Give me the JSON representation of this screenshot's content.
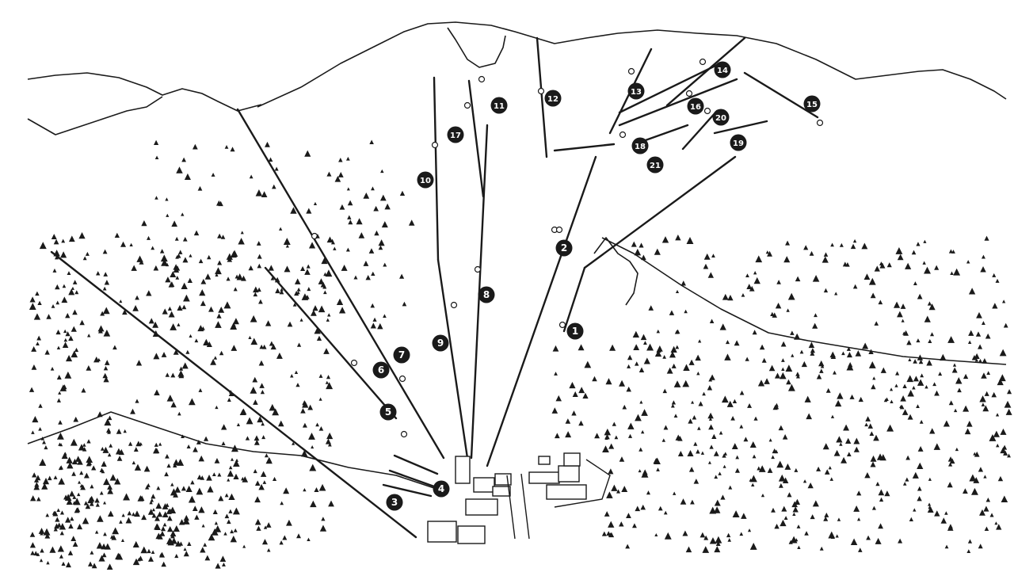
{
  "palette": {
    "paper": "#ffffff",
    "ink": "#1a1a1a"
  },
  "markers": [
    {
      "id": "m1",
      "label": "1"
    },
    {
      "id": "m2",
      "label": "2"
    },
    {
      "id": "m3",
      "label": "3"
    },
    {
      "id": "m4",
      "label": "4"
    },
    {
      "id": "m5",
      "label": "5"
    },
    {
      "id": "m6",
      "label": "6"
    },
    {
      "id": "m7",
      "label": "7"
    },
    {
      "id": "m8",
      "label": "8"
    },
    {
      "id": "m9",
      "label": "9"
    },
    {
      "id": "m10",
      "label": "10"
    },
    {
      "id": "m11",
      "label": "11"
    },
    {
      "id": "m12",
      "label": "12"
    },
    {
      "id": "m13",
      "label": "13"
    },
    {
      "id": "m14",
      "label": "14"
    },
    {
      "id": "m15",
      "label": "15"
    },
    {
      "id": "m16",
      "label": "16"
    },
    {
      "id": "m17",
      "label": "17"
    },
    {
      "id": "m18",
      "label": "18"
    },
    {
      "id": "m19",
      "label": "19"
    },
    {
      "id": "m20",
      "label": "20"
    },
    {
      "id": "m21",
      "label": "21"
    }
  ]
}
